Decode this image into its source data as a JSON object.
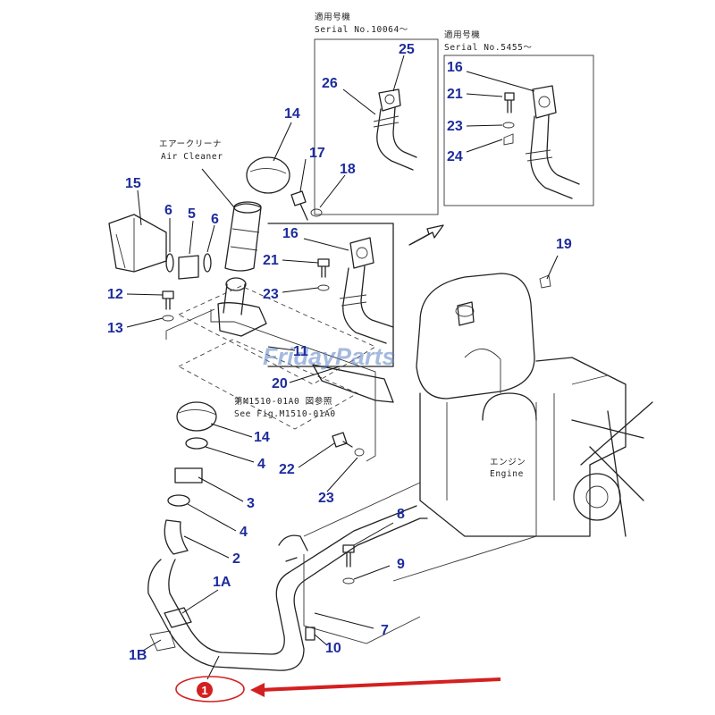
{
  "notes": {
    "serial_a_jp": "適用号機",
    "serial_a": "Serial No.10064～",
    "serial_b_jp": "適用号機",
    "serial_b": "Serial No.5455～",
    "air_cleaner_jp": "エアークリーナ",
    "air_cleaner": "Air Cleaner",
    "see_fig_jp": "第M1510-01A0 図参照",
    "see_fig": "See Fig.M1510-01A0",
    "engine_jp": "エンジン",
    "engine": "Engine"
  },
  "watermark": {
    "text_part1": "Friday",
    "text_part2": "Parts",
    "color_main": "#5b82c4",
    "color_accent": "#e8a23a"
  },
  "colors": {
    "callout": "#1d2c9c",
    "highlight": "#d32020"
  },
  "callouts": {
    "c25": "25",
    "c26": "26",
    "c16a": "16",
    "c21a": "21",
    "c23a": "23",
    "c24": "24",
    "c14a": "14",
    "c17": "17",
    "c18": "18",
    "c15": "15",
    "c6a": "6",
    "c5": "5",
    "c6b": "6",
    "c16b": "16",
    "c19": "19",
    "c21b": "21",
    "c23b": "23",
    "c12": "12",
    "c13": "13",
    "c11": "11",
    "c20": "20",
    "c14b": "14",
    "c4a": "4",
    "c22": "22",
    "c23c": "23",
    "c3": "3",
    "c4b": "4",
    "c8": "8",
    "c2": "2",
    "c9": "9",
    "c1a": "1A",
    "c7": "7",
    "c1b": "1B",
    "c10": "10",
    "c1": "1"
  }
}
